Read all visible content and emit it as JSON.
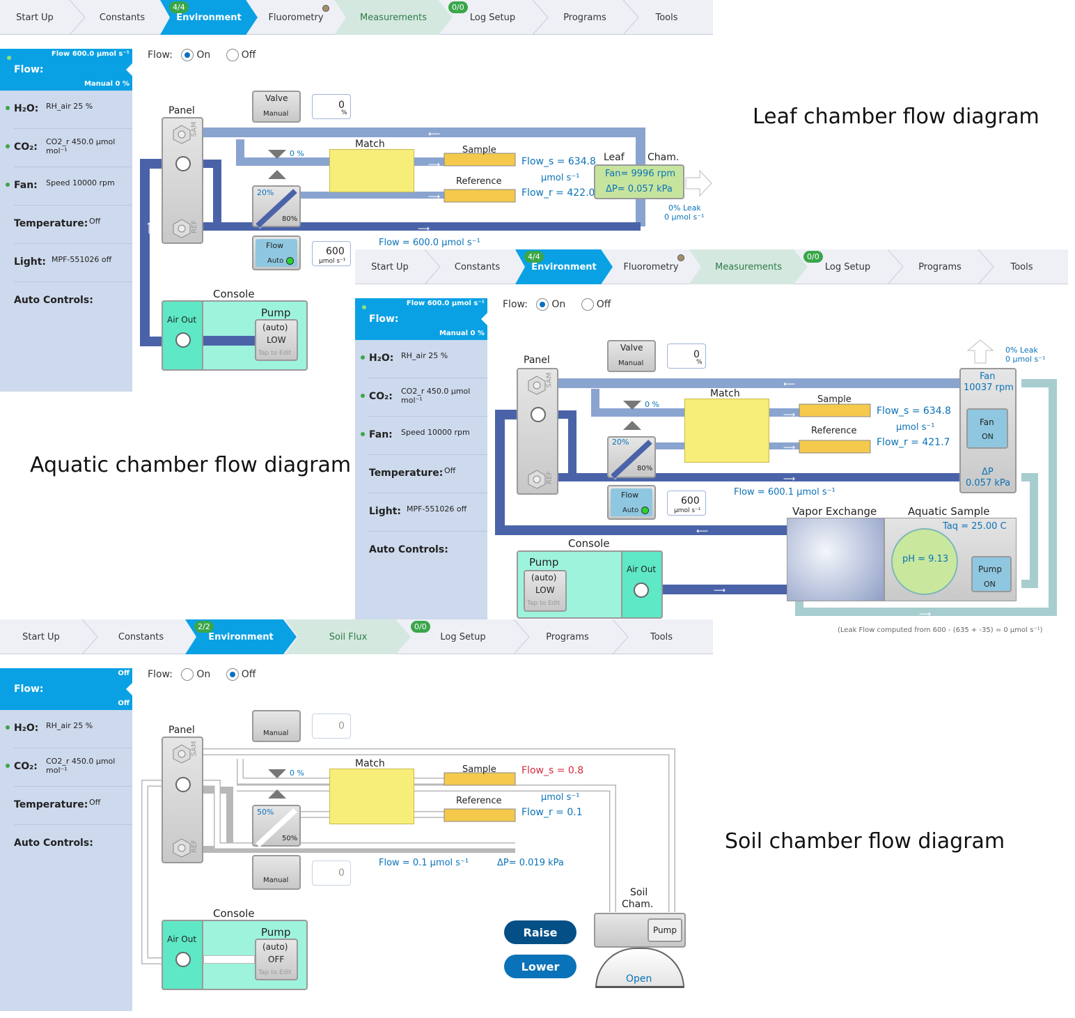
{
  "nav_leaf": {
    "items": [
      "Start Up",
      "Constants",
      "Environment",
      "Fluorometry",
      "Measurements",
      "Log Setup",
      "Programs",
      "Tools"
    ],
    "env_badge": "4/4",
    "meas_badge": "0/0"
  },
  "nav_aquatic": {
    "items": [
      "Start Up",
      "Constants",
      "Environment",
      "Fluorometry",
      "Measurements",
      "Log Setup",
      "Programs",
      "Tools"
    ],
    "env_badge": "4/4",
    "meas_badge": "0/0"
  },
  "nav_soil": {
    "items": [
      "Start Up",
      "Constants",
      "Environment",
      "Soil Flux",
      "Log Setup",
      "Programs",
      "Tools"
    ],
    "env_badge": "2/2",
    "flux_badge": "0/0"
  },
  "sidebar_leaf": {
    "flow_top": "Flow 600.0 µmol s⁻¹",
    "flow_label": "Flow:",
    "flow_bottom": "Manual 0 %",
    "h2o_label": "H₂O:",
    "h2o_value": "RH_air 25 %",
    "co2_label": "CO₂:",
    "co2_value": "CO2_r 450.0 µmol mol⁻¹",
    "fan_label": "Fan:",
    "fan_value": "Speed 10000 rpm",
    "temp_label": "Temperature:",
    "temp_value": "Off",
    "light_label": "Light:",
    "light_value": "MPF-551026 off",
    "auto_label": "Auto Controls:"
  },
  "sidebar_aquatic": {
    "flow_top": "Flow 600.0 µmol s⁻¹",
    "flow_label": "Flow:",
    "flow_bottom": "Manual 0 %",
    "h2o_label": "H₂O:",
    "h2o_value": "RH_air 25 %",
    "co2_label": "CO₂:",
    "co2_value": "CO2_r 450.0 µmol mol⁻¹",
    "fan_label": "Fan:",
    "fan_value": "Speed 10000 rpm",
    "temp_label": "Temperature:",
    "temp_value": "Off",
    "light_label": "Light:",
    "light_value": "MPF-551026 off",
    "auto_label": "Auto Controls:"
  },
  "sidebar_soil": {
    "flow_top": "Off",
    "flow_label": "Flow:",
    "flow_bottom": "Off",
    "h2o_label": "H₂O:",
    "h2o_value": "RH_air 25 %",
    "co2_label": "CO₂:",
    "co2_value": "CO2_r 450.0 µmol mol⁻¹",
    "temp_label": "Temperature:",
    "temp_value": "Off",
    "auto_label": "Auto Controls:"
  },
  "flow_radio": {
    "label": "Flow:",
    "on": "On",
    "off": "Off"
  },
  "leaf": {
    "panel": "Panel",
    "valve": "Valve",
    "manual": "Manual",
    "valve_value": "0",
    "percent": "%",
    "valve_pct": "0 %",
    "match": "Match",
    "sample": "Sample",
    "reference": "Reference",
    "pct20": "20%",
    "pct80": "80%",
    "flow_btn": "Flow",
    "auto": "Auto",
    "flow_value": "600",
    "flow_unit": "µmol s⁻¹",
    "flow_s": "Flow_s = 634.8",
    "umol": "µmol s⁻¹",
    "flow_r": "Flow_r = 422.0",
    "leaf_label": "Leaf",
    "cham_label": "Cham.",
    "fan": "Fan= 9996 rpm",
    "dp": "ΔP= 0.057 kPa",
    "leak1": "0% Leak",
    "leak2": "0 µmol s⁻¹",
    "flow_total": "Flow = 600.0 µmol s⁻¹",
    "console": "Console",
    "pump": "Pump",
    "air_out": "Air Out",
    "pump_auto": "(auto)",
    "pump_level": "LOW",
    "tap": "Tap to Edit",
    "sam": "SAM",
    "ref": "REF",
    "title": "Leaf chamber flow diagram"
  },
  "aquatic": {
    "panel": "Panel",
    "valve": "Valve",
    "manual": "Manual",
    "valve_value": "0",
    "percent": "%",
    "valve_pct": "0 %",
    "match": "Match",
    "sample": "Sample",
    "reference": "Reference",
    "pct20": "20%",
    "pct80": "80%",
    "flow_btn": "Flow",
    "auto": "Auto",
    "flow_value": "600",
    "flow_unit": "µmol s⁻¹",
    "flow_s": "Flow_s = 634.8",
    "umol": "µmol s⁻¹",
    "flow_r": "Flow_r = 421.7",
    "leak1": "0% Leak",
    "leak2": "0 µmol s⁻¹",
    "fan_title": "Fan",
    "fan_rpm": "10037 rpm",
    "fan_btn": "Fan",
    "fan_on": "ON",
    "dp_label": "ΔP",
    "dp_value": "0.057 kPa",
    "flow_total": "Flow = 600.1 µmol s⁻¹",
    "vapor": "Vapor Exchange",
    "aq_sample": "Aquatic Sample",
    "taq": "Taq = 25.00 C",
    "ph": "pH = 9.13",
    "pump_btn": "Pump",
    "pump_on": "ON",
    "console": "Console",
    "pump": "Pump",
    "air_out": "Air Out",
    "pump_auto": "(auto)",
    "pump_level": "LOW",
    "tap": "Tap to Edit",
    "leak_note": "(Leak Flow computed from 600 - (635 + -35) = 0 µmol s⁻¹)",
    "sam": "SAM",
    "ref": "REF",
    "title": "Aquatic chamber flow diagram"
  },
  "soil": {
    "panel": "Panel",
    "manual": "Manual",
    "valve_value": "0",
    "valve_pct": "0 %",
    "match": "Match",
    "sample": "Sample",
    "reference": "Reference",
    "pct50a": "50%",
    "pct50b": "50%",
    "flow_value": "0",
    "flow_s": "Flow_s = 0.8",
    "umol": "µmol s⁻¹",
    "flow_r": "Flow_r = 0.1",
    "flow_total": "Flow = 0.1 µmol s⁻¹",
    "dp": "ΔP= 0.019 kPa",
    "soil": "Soil",
    "cham": "Cham.",
    "pump_btn": "Pump",
    "open": "Open",
    "raise": "Raise",
    "lower": "Lower",
    "console": "Console",
    "pump": "Pump",
    "air_out": "Air Out",
    "pump_auto": "(auto)",
    "pump_level": "OFF",
    "tap": "Tap to Edit",
    "sam": "SAM",
    "ref": "REF",
    "title": "Soil chamber flow diagram"
  },
  "colors": {
    "accent": "#0aa1e4",
    "pipe_dark": "#4a63a8",
    "pipe_light": "#8aa4d0",
    "match_yellow": "#f7ee7a",
    "console_green": "#9ef3dd",
    "status_green": "#3aa64a"
  }
}
